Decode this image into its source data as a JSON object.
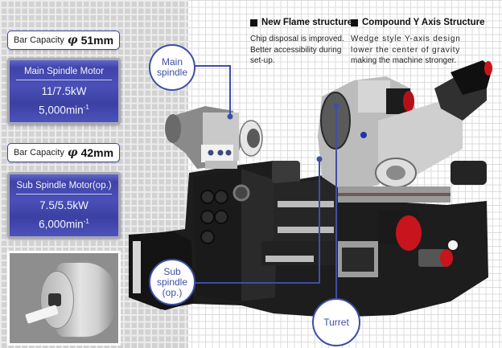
{
  "left_panel": {
    "main": {
      "bar_capacity_label": "Bar Capacity",
      "bar_capacity_symbol": "φ",
      "bar_capacity_value": "51mm",
      "motor_title": "Main Spindle Motor",
      "motor_power": "11/7.5kW",
      "motor_speed": "5,000min",
      "motor_speed_unit_sup": "-1"
    },
    "sub": {
      "bar_capacity_label": "Bar Capacity",
      "bar_capacity_symbol": "φ",
      "bar_capacity_value": "42mm",
      "motor_title": "Sub Spindle Motor(op.)",
      "motor_power": "7.5/5.5kW",
      "motor_speed": "6,000min",
      "motor_speed_unit_sup": "-1"
    },
    "photo": {
      "subject": "chuck-closeup-photo"
    }
  },
  "features": [
    {
      "icon": "black-square-bullet",
      "heading": "New Flame structure",
      "description_lines": [
        "Chip disposal is improved.",
        "Better accessibility during",
        "set-up."
      ]
    },
    {
      "icon": "black-square-bullet",
      "heading": "Compound Y Axis Structure",
      "description_lines": [
        "Wedge style Y-axis design",
        "lower the center of gravity",
        "making the machine stronger."
      ]
    }
  ],
  "callouts": {
    "main_spindle": [
      "Main",
      "spindle"
    ],
    "sub_spindle": [
      "Sub",
      "spindle",
      "(op.)"
    ],
    "turret": [
      "Turret"
    ]
  },
  "colors": {
    "accent_blue": "#3d4fa5",
    "motor_box_blue": "#4a50b8",
    "machine_dark": "#1e1e1e",
    "motor_red": "#c8141c"
  }
}
